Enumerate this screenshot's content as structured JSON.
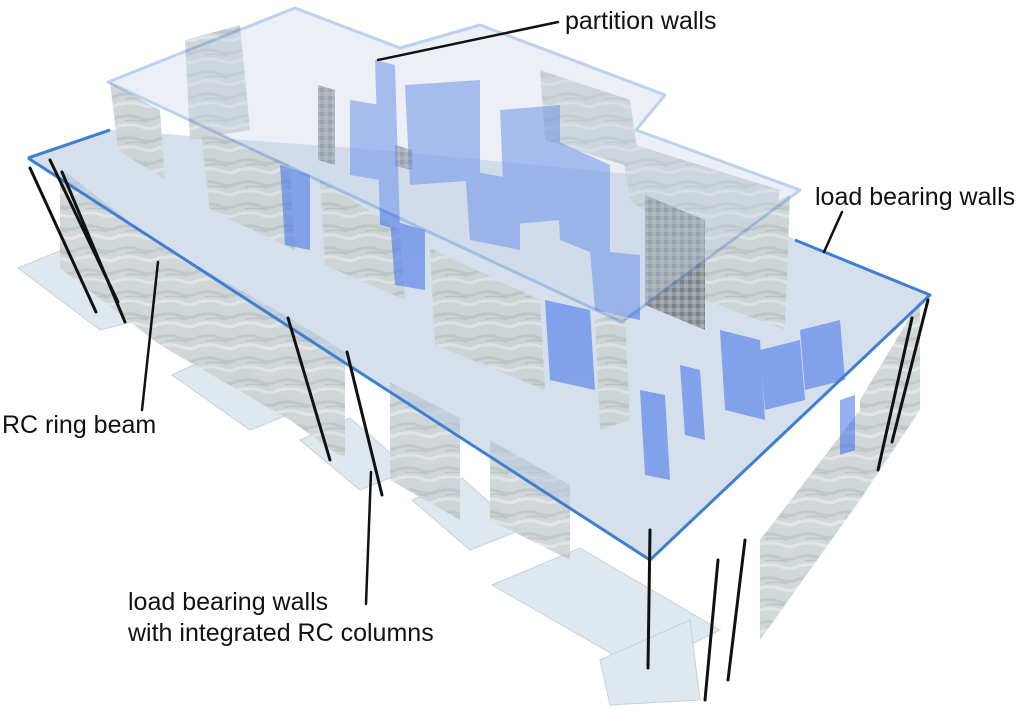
{
  "labels": {
    "partition_walls": "partition walls",
    "load_bearing_walls": "load bearing walls",
    "rc_ring_beam": "RC ring beam",
    "load_bearing_walls_columns_line1": "load bearing walls",
    "load_bearing_walls_columns_line2": "with integrated RC columns"
  },
  "colors": {
    "ring_beam": "#3f7fcf",
    "partition_walls": "#4a72e8",
    "masonry_walls": "#c9cfd2",
    "foundation": "#d9e5ec",
    "slab": "#b9cbe3",
    "leader_lines": "#111111"
  }
}
